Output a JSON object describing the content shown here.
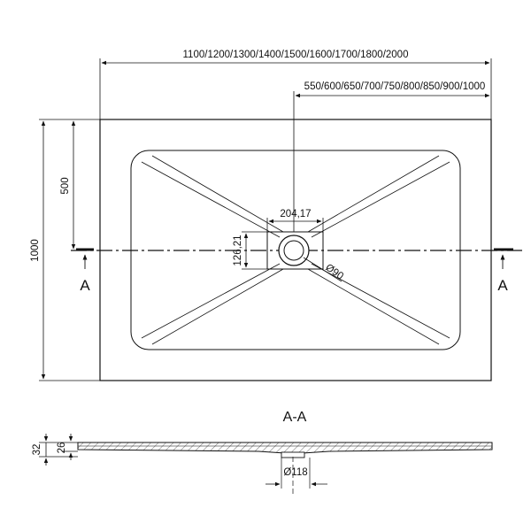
{
  "top_view": {
    "width_dim_label": "1100/1200/1300/1400/1500/1600/1700/1800/2000",
    "drain_offset_label": "550/600/650/700/750/800/850/900/1000",
    "depth_dim_label": "1000",
    "half_depth_label": "500",
    "drain_box_width_label": "204,17",
    "drain_box_height_label": "126,21",
    "drain_diameter_label": "Ø90",
    "section_marker_left": "A",
    "section_marker_right": "A"
  },
  "section_view": {
    "title": "A-A",
    "total_height_label": "32",
    "tray_thickness_label": "26",
    "drain_outlet_label": "Ø118"
  }
}
